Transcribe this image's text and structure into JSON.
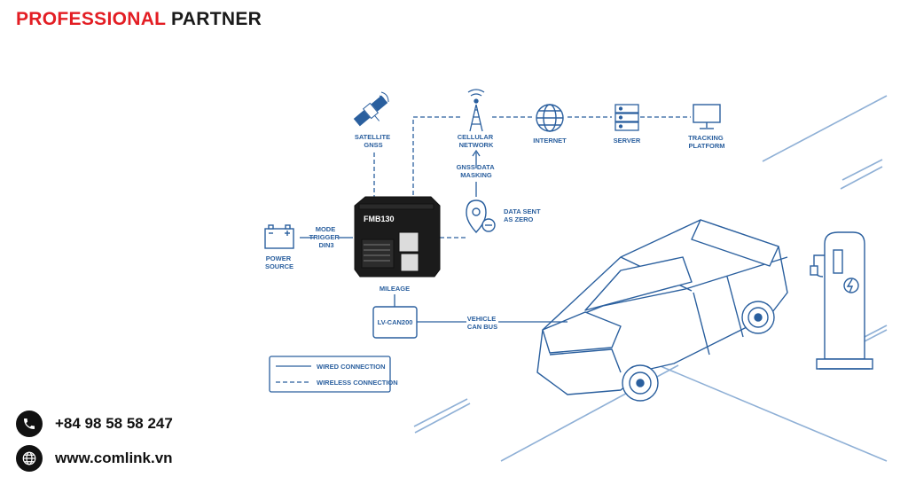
{
  "brand": {
    "word1": "PROFESSIONAL",
    "word2": "PARTNER",
    "accent": "#e31e24"
  },
  "diagram": {
    "line_color": "#2a5f9e",
    "labels": {
      "satellite": [
        "SATELLITE",
        "GNSS"
      ],
      "cellular": [
        "CELLULAR",
        "NETWORK"
      ],
      "internet": "INTERNET",
      "server": "SERVER",
      "tracking": [
        "TRACKING",
        "PLATFORM"
      ],
      "gnss_masking": [
        "GNSS DATA",
        "MASKING"
      ],
      "data_sent": [
        "DATA SENT",
        "AS ZERO"
      ],
      "mode_trigger": [
        "MODE",
        "TRIGGER-",
        "DIN3"
      ],
      "power": [
        "POWER",
        "SOURCE"
      ],
      "mileage": "MILEAGE",
      "lv_can": "LV-CAN200",
      "vehicle_can": [
        "VEHICLE",
        "CAN BUS"
      ]
    },
    "device": {
      "model": "FMB130"
    },
    "legend": {
      "wired": "WIRED CONNECTION",
      "wireless": "WIRELESS CONNECTION"
    }
  },
  "contact": {
    "phone": "+84 98 58 58 247",
    "website": "www.comlink.vn"
  }
}
